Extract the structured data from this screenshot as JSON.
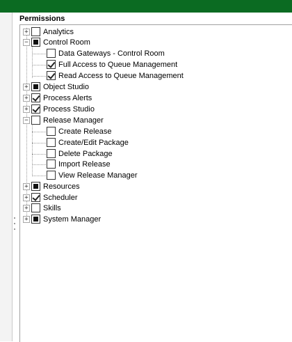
{
  "header": {
    "title": "Permissions"
  },
  "tree": {
    "analytics": {
      "label": "Analytics"
    },
    "control_room": {
      "label": "Control Room",
      "children": {
        "data_gateways": {
          "label": "Data Gateways - Control Room"
        },
        "full_access_queue": {
          "label": "Full Access to Queue Management"
        },
        "read_access_queue": {
          "label": "Read Access to Queue Management"
        }
      }
    },
    "object_studio": {
      "label": "Object Studio"
    },
    "process_alerts": {
      "label": "Process Alerts"
    },
    "process_studio": {
      "label": "Process Studio"
    },
    "release_manager": {
      "label": "Release Manager",
      "children": {
        "create_release": {
          "label": "Create Release"
        },
        "create_edit_package": {
          "label": "Create/Edit Package"
        },
        "delete_package": {
          "label": "Delete Package"
        },
        "import_release": {
          "label": "Import Release"
        },
        "view_release_manager": {
          "label": "View Release Manager"
        }
      }
    },
    "resources": {
      "label": "Resources"
    },
    "scheduler": {
      "label": "Scheduler"
    },
    "skills": {
      "label": "Skills"
    },
    "system_manager": {
      "label": "System Manager"
    }
  },
  "checkbox_states": {
    "analytics": "unchecked",
    "control_room": "partial",
    "data_gateways": "unchecked",
    "full_access_queue": "checked",
    "read_access_queue": "checked",
    "object_studio": "partial",
    "process_alerts": "checked",
    "process_studio": "checked",
    "release_manager": "unchecked",
    "create_release": "unchecked",
    "create_edit_package": "unchecked",
    "delete_package": "unchecked",
    "import_release": "unchecked",
    "view_release_manager": "unchecked",
    "resources": "partial",
    "scheduler": "checked",
    "skills": "unchecked",
    "system_manager": "partial"
  },
  "expander_symbols": {
    "collapsed": "+",
    "expanded": "−"
  },
  "colors": {
    "top_bar": "#0b6b22",
    "border": "#a0a0a0"
  }
}
